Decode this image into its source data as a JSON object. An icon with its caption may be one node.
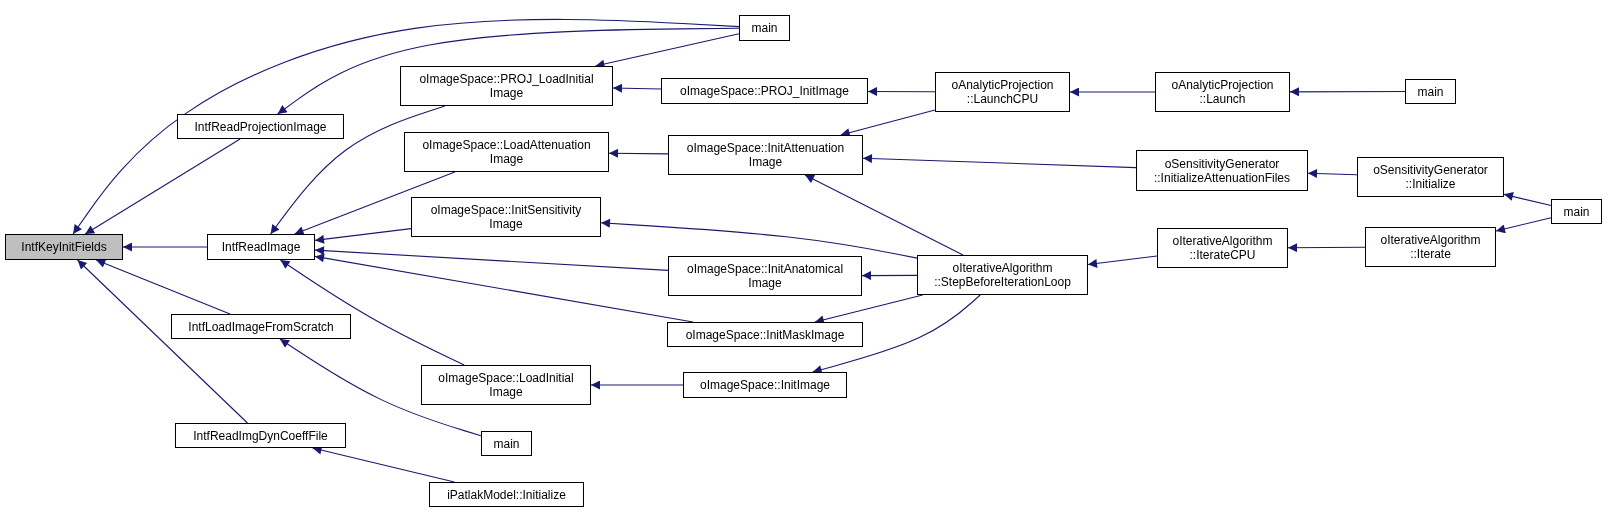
{
  "diagram": {
    "nodes": [
      {
        "text": [
          "IntfKeyInitFields"
        ]
      },
      {
        "text": [
          "main"
        ]
      },
      {
        "text": [
          "IntfReadProjectionImage"
        ]
      },
      {
        "text": [
          "IntfReadImage"
        ]
      },
      {
        "text": [
          "oImageSpace::PROJ_LoadInitial Image"
        ]
      },
      {
        "text": [
          "oImageSpace::LoadAttenuation Image"
        ]
      },
      {
        "text": [
          "oImageSpace::InitSensitivity Image"
        ]
      },
      {
        "text": [
          "IntfLoadImageFromScratch"
        ]
      },
      {
        "text": [
          "oImageSpace::LoadInitial Image"
        ]
      },
      {
        "text": [
          "main"
        ]
      },
      {
        "text": [
          "IntfReadImgDynCoeffFile"
        ]
      },
      {
        "text": [
          "iPatlakModel::Initialize"
        ]
      },
      {
        "text": [
          "oImageSpace::PROJ_InitImage"
        ]
      },
      {
        "text": [
          "oImageSpace::InitAttenuation Image"
        ]
      },
      {
        "text": [
          "oImageSpace::InitAnatomical Image"
        ]
      },
      {
        "text": [
          "oImageSpace::InitMaskImage"
        ]
      },
      {
        "text": [
          "oImageSpace::InitImage"
        ]
      },
      {
        "text": [
          "oAnalyticProjection ::LaunchCPU"
        ]
      },
      {
        "text": [
          "oIterativeAlgorithm ::StepBeforeIterationLoop"
        ]
      },
      {
        "text": [
          "oAnalyticProjection ::Launch"
        ]
      },
      {
        "text": [
          "main"
        ]
      },
      {
        "text": [
          "oSensitivityGenerator ::InitializeAttenuationFiles"
        ]
      },
      {
        "text": [
          "oSensitivityGenerator ::Initialize"
        ]
      },
      {
        "text": [
          "oIterativeAlgorithm ::IterateCPU"
        ]
      },
      {
        "text": [
          "oIterativeAlgorithm ::Iterate"
        ]
      },
      {
        "text": [
          "main"
        ]
      }
    ],
    "edges": [
      {
        "from": 1,
        "to": 0,
        "arrow": "to"
      },
      {
        "from": 2,
        "to": 0,
        "arrow": "to"
      },
      {
        "from": 3,
        "to": 0,
        "arrow": "to"
      },
      {
        "from": 7,
        "to": 0,
        "arrow": "to"
      },
      {
        "from": 10,
        "to": 0,
        "arrow": "to"
      },
      {
        "from": 1,
        "to": 2,
        "arrow": "to"
      },
      {
        "from": 4,
        "to": 3,
        "arrow": "to"
      },
      {
        "from": 5,
        "to": 3,
        "arrow": "to"
      },
      {
        "from": 6,
        "to": 3,
        "arrow": "to"
      },
      {
        "from": 14,
        "to": 3,
        "arrow": "to"
      },
      {
        "from": 15,
        "to": 3,
        "arrow": "to"
      },
      {
        "from": 8,
        "to": 3,
        "arrow": "to"
      },
      {
        "from": 1,
        "to": 4,
        "arrow": "to"
      },
      {
        "from": 12,
        "to": 4,
        "arrow": "to"
      },
      {
        "from": 13,
        "to": 5,
        "arrow": "to"
      },
      {
        "from": 18,
        "to": 6,
        "arrow": "to"
      },
      {
        "from": 18,
        "to": 14,
        "arrow": "to"
      },
      {
        "from": 18,
        "to": 15,
        "arrow": "to"
      },
      {
        "from": 18,
        "to": 13,
        "arrow": "to"
      },
      {
        "from": 18,
        "to": 16,
        "arrow": "to"
      },
      {
        "from": 16,
        "to": 8,
        "arrow": "to"
      },
      {
        "from": 9,
        "to": 7,
        "arrow": "to"
      },
      {
        "from": 11,
        "to": 10,
        "arrow": "to"
      },
      {
        "from": 17,
        "to": 12,
        "arrow": "to"
      },
      {
        "from": 17,
        "to": 13,
        "arrow": "to"
      },
      {
        "from": 21,
        "to": 13,
        "arrow": "to"
      },
      {
        "from": 19,
        "to": 17,
        "arrow": "to"
      },
      {
        "from": 20,
        "to": 19,
        "arrow": "to"
      },
      {
        "from": 22,
        "to": 21,
        "arrow": "to"
      },
      {
        "from": 25,
        "to": 22,
        "arrow": "to"
      },
      {
        "from": 23,
        "to": 18,
        "arrow": "to"
      },
      {
        "from": 24,
        "to": 23,
        "arrow": "to"
      },
      {
        "from": 25,
        "to": 24,
        "arrow": "to"
      }
    ]
  }
}
